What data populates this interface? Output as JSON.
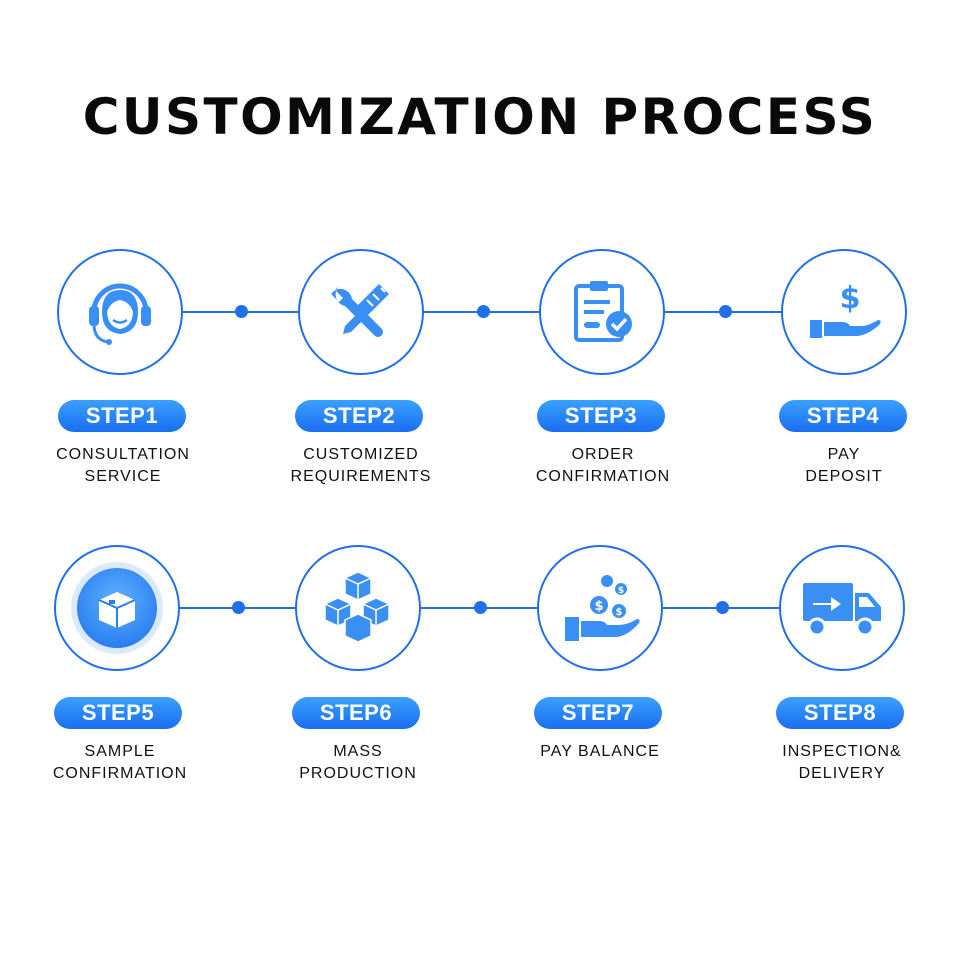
{
  "title": "CUSTOMIZATION PROCESS",
  "accent_color": "#1f6fe6",
  "steps": [
    {
      "badge": "STEP1",
      "line1": "CONSULTATION",
      "line2": "SERVICE",
      "icon": "headset-support-icon"
    },
    {
      "badge": "STEP2",
      "line1": "CUSTOMIZED",
      "line2": "REQUIREMENTS",
      "icon": "wrench-screwdriver-icon"
    },
    {
      "badge": "STEP3",
      "line1": "ORDER",
      "line2": "CONFIRMATION",
      "icon": "clipboard-check-icon"
    },
    {
      "badge": "STEP4",
      "line1": "PAY",
      "line2": "DEPOSIT",
      "icon": "hand-dollar-icon"
    },
    {
      "badge": "STEP5",
      "line1": "SAMPLE",
      "line2": "CONFIRMATION",
      "icon": "box-icon"
    },
    {
      "badge": "STEP6",
      "line1": "MASS",
      "line2": "PRODUCTION",
      "icon": "stacked-cubes-icon"
    },
    {
      "badge": "STEP7",
      "line1": "PAY BALANCE",
      "line2": "",
      "icon": "hand-coins-icon"
    },
    {
      "badge": "STEP8",
      "line1": "INSPECTION&",
      "line2": "DELIVERY",
      "icon": "delivery-truck-icon"
    }
  ]
}
